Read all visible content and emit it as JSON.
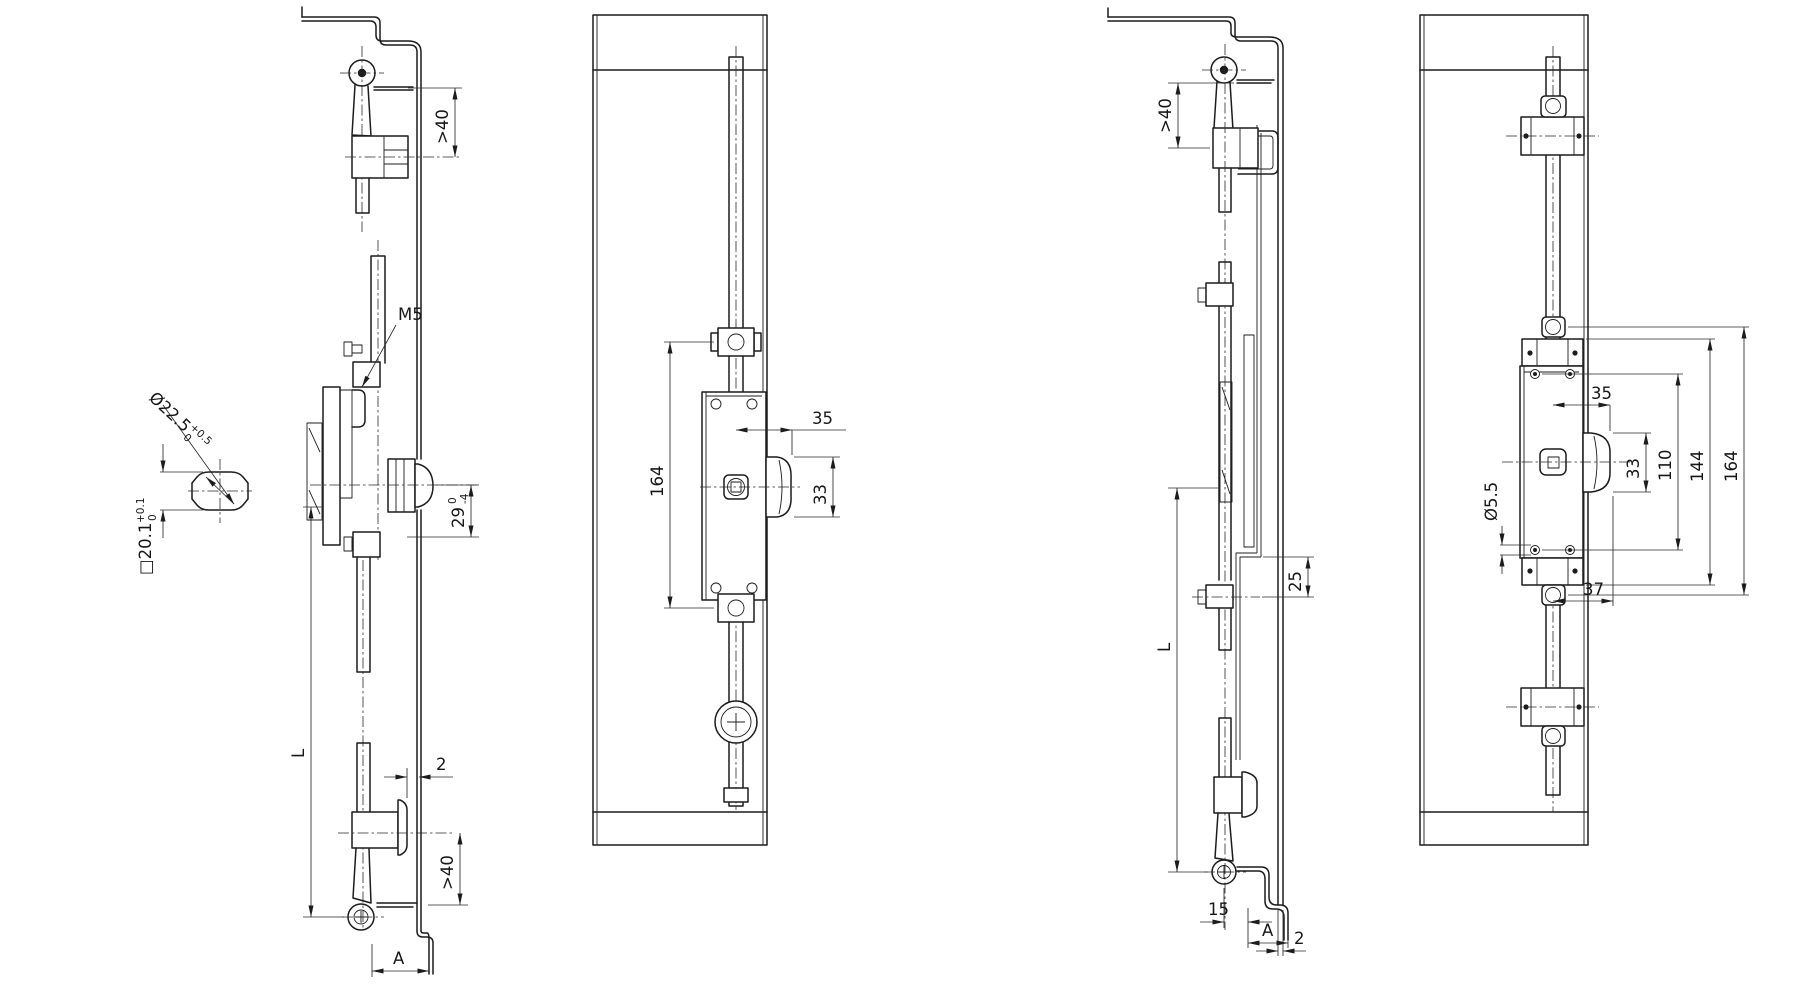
{
  "detail": {
    "diameter": "Ø22.5",
    "diameter_tol_upper": "+0.5",
    "diameter_tol_lower": "0",
    "square": "□20.1",
    "square_tol_upper": "+0.1",
    "square_tol_lower": "0"
  },
  "views": {
    "side_a": {
      "engagement_top": ">40",
      "thread": "M5",
      "backset": "29",
      "backset_tol_upper": "0",
      "backset_tol_lower": "-4",
      "length": "L",
      "gap": "2",
      "engagement_bottom": ">40",
      "bracket_width": "A"
    },
    "front_a": {
      "case_length": "164",
      "backset": "35",
      "latch_height": "33"
    },
    "side_b": {
      "engagement_top": ">40",
      "collar_offset": "25",
      "length": "L",
      "roller_offset": "15",
      "bracket_width": "A",
      "sheet_thickness": "2"
    },
    "front_b": {
      "backset": "35",
      "latch_height": "33",
      "screw_spacing": "110",
      "body_length": "144",
      "case_length": "164",
      "screw_hole": "Ø5.5",
      "rod_offset": "37"
    }
  }
}
